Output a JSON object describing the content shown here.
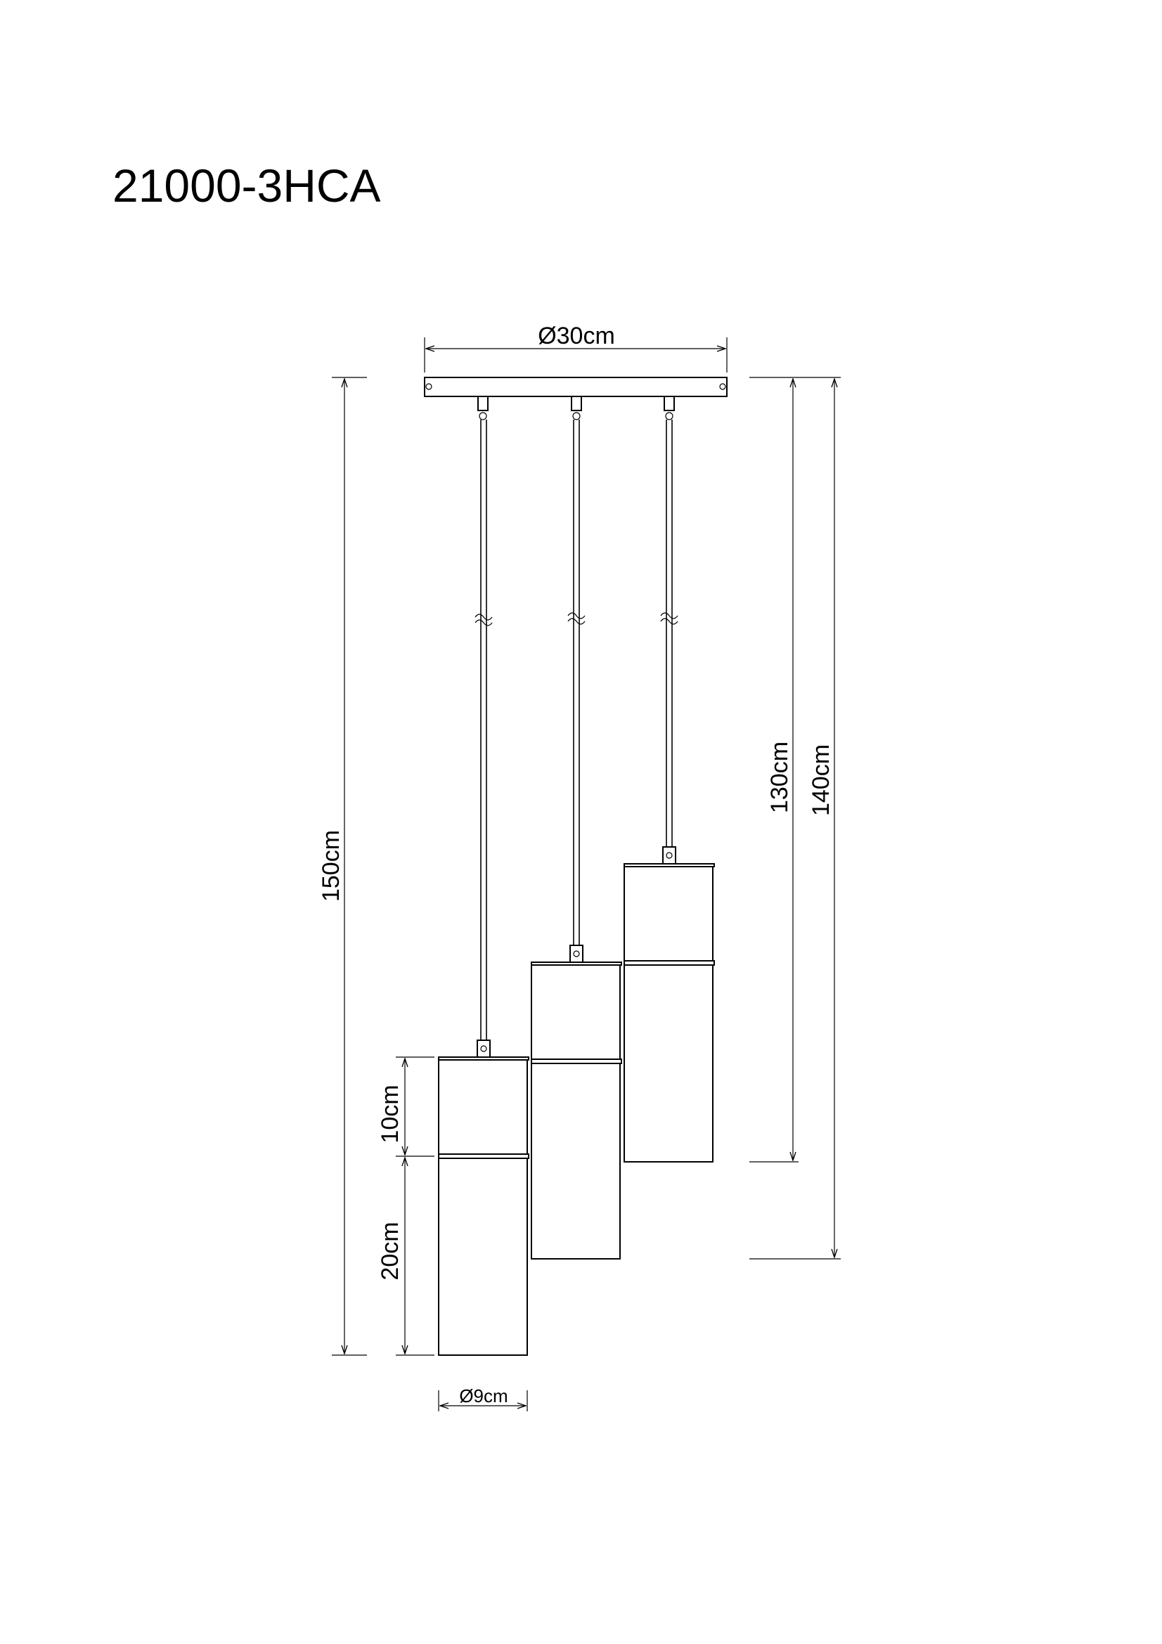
{
  "title": "21000-3HCA",
  "dimensions": {
    "canopy_diameter": "Ø30cm",
    "shade_diameter": "Ø9cm",
    "total_height": "150cm",
    "height_pendant_3": "130cm",
    "height_pendant_2": "140cm",
    "cap_height": "10cm",
    "glass_height": "20cm"
  },
  "colors": {
    "line": "#000000",
    "background": "#ffffff"
  }
}
